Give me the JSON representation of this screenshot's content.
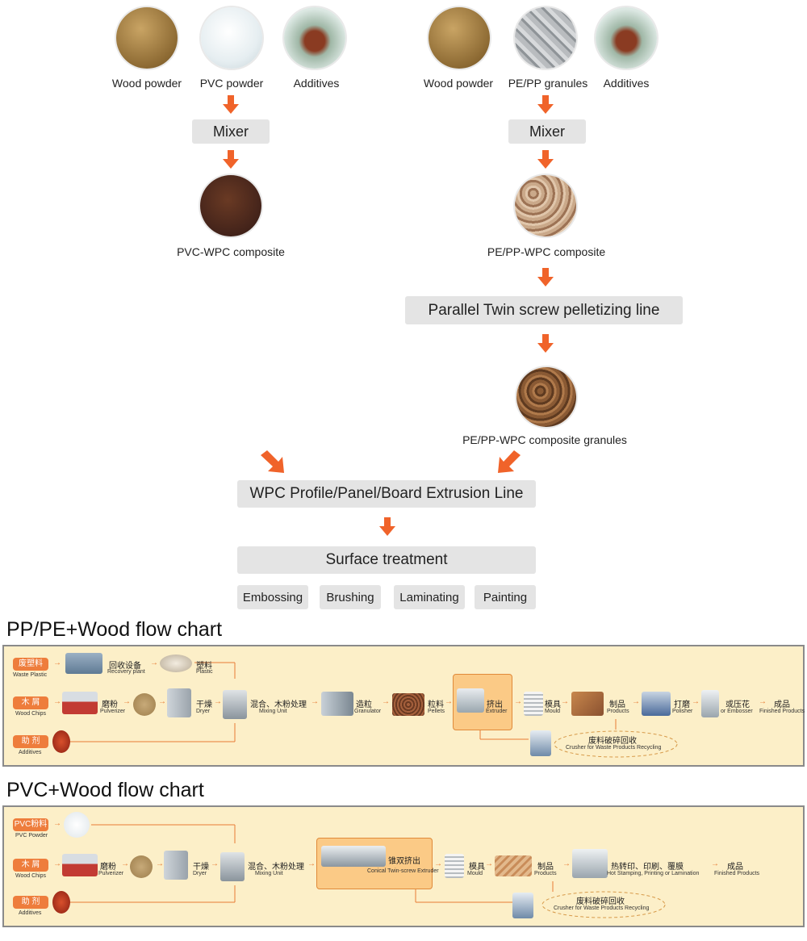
{
  "top_left": {
    "inputs": [
      "Wood powder",
      "PVC powder",
      "Additives"
    ],
    "mixer": "Mixer",
    "composite": "PVC-WPC composite"
  },
  "top_right": {
    "inputs": [
      "Wood powder",
      "PE/PP granules",
      "Additives"
    ],
    "mixer": "Mixer",
    "composite": "PE/PP-WPC composite",
    "pelletizing": "Parallel Twin  screw pelletizing line",
    "granules": "PE/PP-WPC composite granules"
  },
  "extrusion": "WPC Profile/Panel/Board Extrusion Line",
  "surface": "Surface treatment",
  "treatments": [
    "Embossing",
    "Brushing",
    "Laminating",
    "Painting"
  ],
  "chart1": {
    "title": "PP/PE+Wood flow chart",
    "waste_tag": "废塑料",
    "waste_en": "Waste Plastic",
    "recovery_cn": "回收设备",
    "recovery_en": "Recovery plant",
    "plastic_cn": "塑料",
    "plastic_en": "Plastic",
    "wood_tag": "木 屑",
    "wood_en": "Wood Chips",
    "pulv_cn": "磨粉",
    "pulv_en": "Pulverizer",
    "dryer_cn": "干燥",
    "dryer_en": "Dryer",
    "mix_cn": "混合、木粉处理",
    "mix_en": "Mixing Unit",
    "gran_cn": "造粒",
    "gran_en": "Granulator",
    "pellets_cn": "粒料",
    "pellets_en": "Pellets",
    "extr_cn": "挤出",
    "extr_en": "Extruder",
    "mould_cn": "模具",
    "mould_en": "Mould",
    "prod_cn": "制品",
    "prod_en": "Products",
    "polish_cn": "打磨",
    "polish_en": "Polisher",
    "emb_cn": "或压花",
    "emb_en": "or Embosser",
    "fin_cn": "成品",
    "fin_en": "Finished Products",
    "add_tag": "助 剂",
    "add_en": "Additives",
    "crush_cn": "废料破碎回收",
    "crush_en": "Crusher  for  Waste Products Recycling"
  },
  "chart2": {
    "title": "PVC+Wood flow chart",
    "pvc_tag": "PVC粉料",
    "pvc_en": "PVC Powder",
    "wood_tag": "木 屑",
    "wood_en": "Wood Chips",
    "pulv_cn": "磨粉",
    "pulv_en": "Pulverizer",
    "dryer_cn": "干燥",
    "dryer_en": "Dryer",
    "mix_cn": "混合、木粉处理",
    "mix_en": "Mixing Unit",
    "extr_cn": "锥双挤出",
    "extr_en": "Conical  Twin-screw  Extruder",
    "mould_cn": "模具",
    "mould_en": "Mould",
    "prod_cn": "制品",
    "prod_en": "Products",
    "hot_cn": "热转印、印刷、覆膜",
    "hot_en": "Hot  Stamping,  Printing  or  Lamination",
    "fin_cn": "成品",
    "fin_en": "Finished Products",
    "add_tag": "助 剂",
    "add_en": "Additives",
    "crush_cn": "废料破碎回收",
    "crush_en": "Crusher  for  Waste Products Recycling"
  },
  "colors": {
    "arrow": "#f0632a",
    "box": "#e4e4e4",
    "panel": "#fcefc8",
    "tag": "#ee7d3c"
  }
}
